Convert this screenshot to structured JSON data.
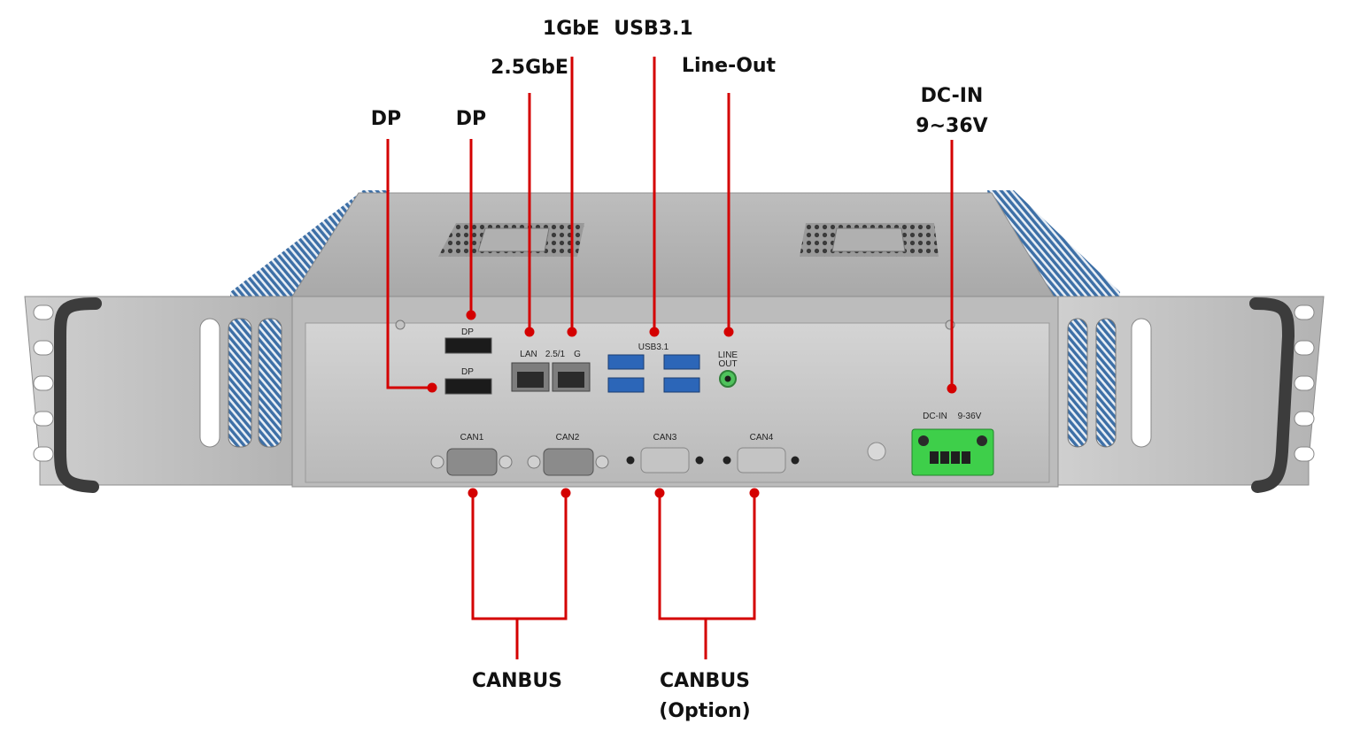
{
  "callouts": {
    "dp_left": "DP",
    "dp_right": "DP",
    "gbe_2_5": "2.5GbE",
    "gbe_1": "1GbE",
    "usb31": "USB3.1",
    "line_out": "Line-Out",
    "dc_in_line1": "DC-IN",
    "dc_in_line2": "9~36V",
    "canbus": "CANBUS",
    "canbus_option_line1": "CANBUS",
    "canbus_option_line2": "(Option)"
  },
  "panel_labels": {
    "dp_top": "DP",
    "dp_bottom": "DP",
    "lan": "LAN",
    "lan_speed": "2.5/1",
    "lan_g": "G",
    "usb": "USB3.1",
    "line_out_1": "LINE",
    "line_out_2": "OUT",
    "can1": "CAN1",
    "can2": "CAN2",
    "can3": "CAN3",
    "can4": "CAN4",
    "dc_in": "DC-IN",
    "dc_voltage": "9-36V"
  },
  "colors": {
    "callout_line": "#d40000",
    "terminal_block": "#3ecf4a",
    "chassis": "#c8c8c8",
    "heatsink_fins": "#3d6fa6"
  }
}
